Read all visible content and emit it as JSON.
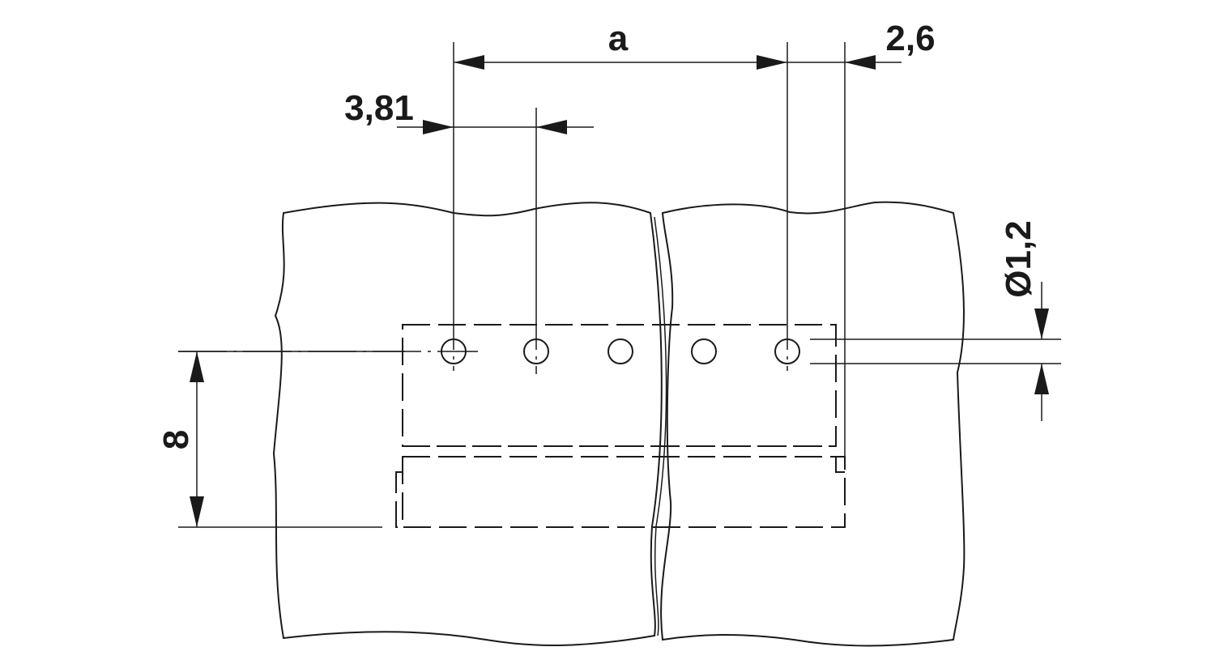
{
  "dimensions": {
    "pitch_total": "a",
    "pitch": "3,81",
    "edge_offset": "2,6",
    "hole_diameter": "Ø1,2",
    "row_height": "8"
  },
  "colors": {
    "line": "#1a1a1a",
    "background": "#ffffff"
  }
}
